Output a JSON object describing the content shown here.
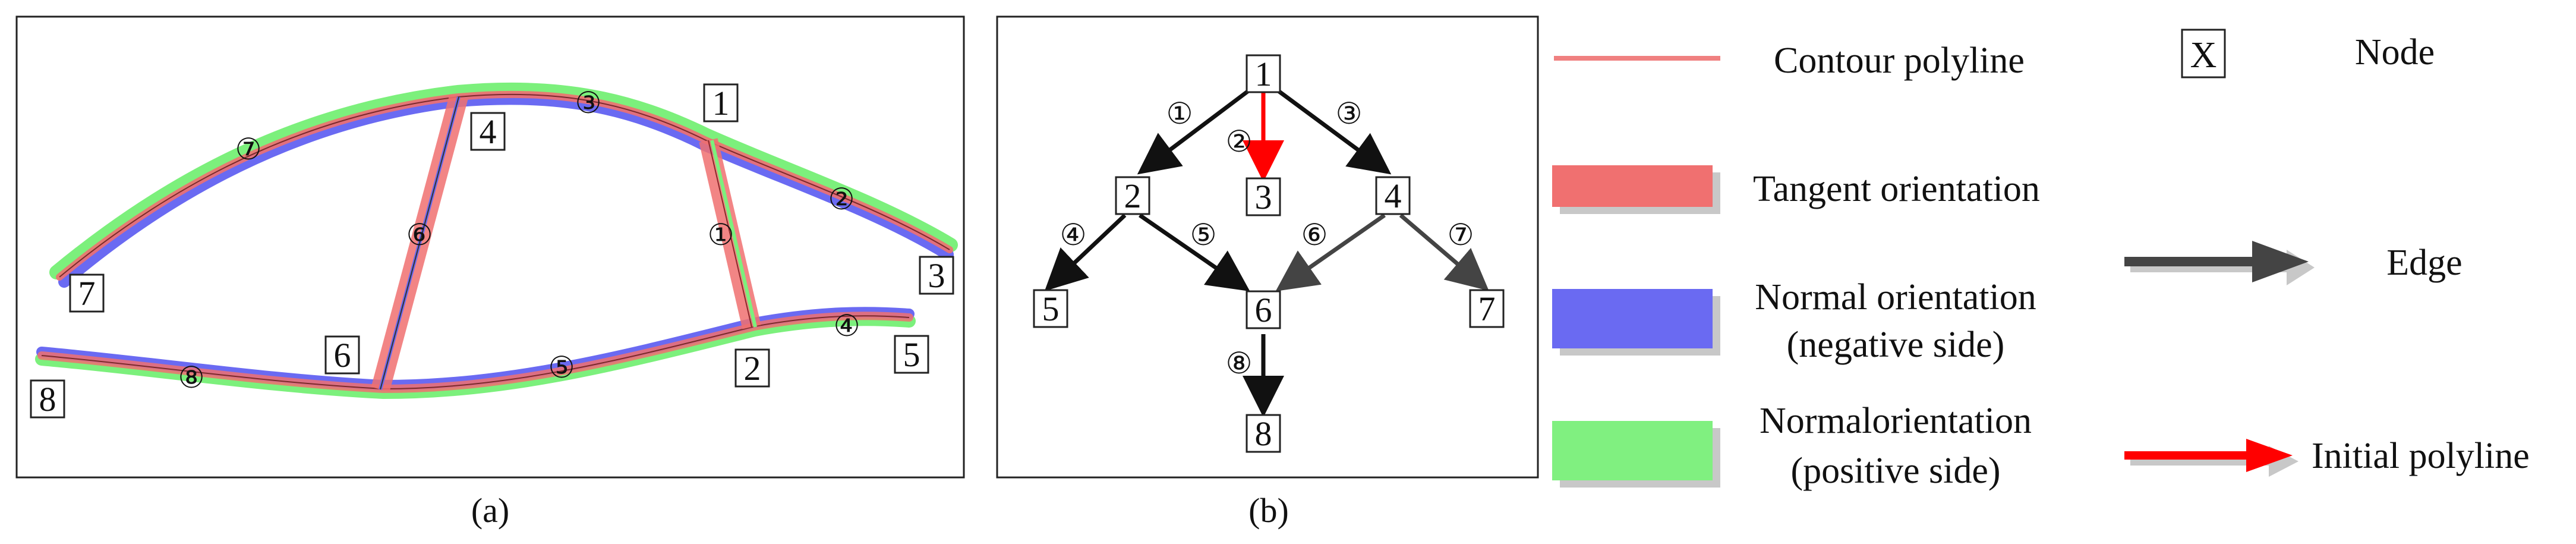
{
  "panels": {
    "a_caption": "(a)",
    "b_caption": "(b)"
  },
  "panel_a": {
    "nodes": [
      "1",
      "2",
      "3",
      "4",
      "5",
      "6",
      "7",
      "8"
    ],
    "edges": [
      "①",
      "②",
      "③",
      "④",
      "⑤",
      "⑥",
      "⑦",
      "⑧"
    ]
  },
  "panel_b": {
    "nodes": [
      "1",
      "2",
      "3",
      "4",
      "5",
      "6",
      "7",
      "8"
    ],
    "edges": [
      "①",
      "②",
      "③",
      "④",
      "⑤",
      "⑥",
      "⑦",
      "⑧"
    ]
  },
  "legend": {
    "contour": "Contour polyline",
    "tangent": "Tangent orientation",
    "normal_neg_1": "Normal orientation",
    "normal_neg_2": "(negative side)",
    "normal_pos_1": "Normalorientation",
    "normal_pos_2": "(positive side)",
    "node_symbol": "X",
    "node": "Node",
    "edge": "Edge",
    "initial": "Initial polyline"
  },
  "colors": {
    "contour": "#f08080",
    "tangent": "#f07070",
    "normal_negative": "#6a6af2",
    "normal_positive": "#80f080",
    "edge": "#333333",
    "initial": "#ff0000"
  }
}
